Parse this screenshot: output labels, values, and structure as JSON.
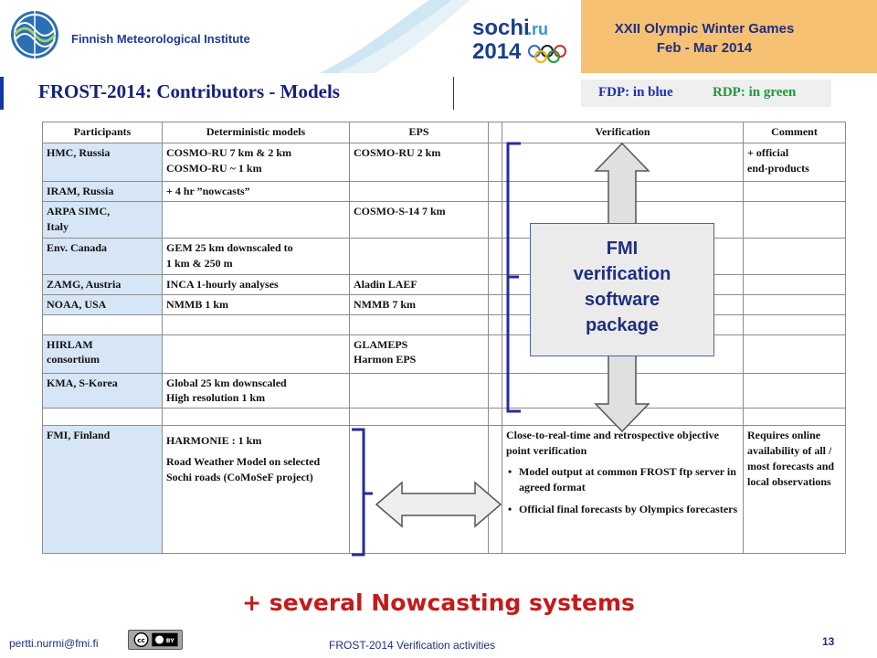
{
  "header": {
    "org_name": "Finnish Meteorological Institute",
    "olympic_line1": "XXII Olympic Winter Games",
    "olympic_line2": "Feb - Mar 2014",
    "sochi_logo_text": "sochi.ru 2014",
    "title": "FROST-2014: Contributors - Models",
    "fdp_label": "FDP: in blue",
    "rdp_label": "RDP: in green"
  },
  "table": {
    "headers": [
      "Participants",
      "Deterministic models",
      "EPS",
      "",
      "Verification",
      "Comment"
    ],
    "rows": [
      {
        "participant": "HMC, Russia",
        "det_1": "COSMO-RU 7 km & 2 km",
        "det_2": "COSMO-RU ~ 1 km",
        "eps_1": "COSMO-RU 2 km",
        "comment_1": "+ official",
        "comment_2": "end-products"
      },
      {
        "participant": "IRAM, Russia",
        "det_1": "+ 4 hr ”nowcasts”"
      },
      {
        "participant_1": "ARPA SIMC,",
        "participant_2": "Italy",
        "eps_1": "COSMO-S-14 7 km"
      },
      {
        "participant": "Env. Canada",
        "det_1": "GEM 25 km downscaled to",
        "det_2": "1 km & 250 m"
      },
      {
        "participant": "ZAMG, Austria",
        "det_1": "INCA 1-hourly analyses",
        "eps_1": "Aladin LAEF"
      },
      {
        "participant": "NOAA, USA",
        "det_1": "NMMB 1 km",
        "eps_1": "NMMB 7 km"
      },
      {},
      {
        "participant_1": "HIRLAM",
        "participant_2": "consortium",
        "eps_1": "GLAMEPS",
        "eps_2": "Harmon EPS"
      },
      {
        "participant": "KMA, S-Korea",
        "det_1": "Global 25 km downscaled",
        "det_2": "High resolution 1 km"
      },
      {},
      {
        "participant": "FMI, Finland",
        "det_1": "HARMONIE : 1 km",
        "det_2": "Road Weather Model on selected Sochi roads (CoMoSeF project)",
        "verif_intro": "Close-to-real-time and retrospective objective point verification",
        "verif_bullets": [
          "Model output at common FROST ftp server in agreed format",
          "Official final forecasts by Olympics forecasters"
        ],
        "comment": "Requires online availability of all / most forecasts and local observations"
      }
    ]
  },
  "fmi_box": {
    "line1": "FMI",
    "line2": "verification",
    "line3": "software",
    "line4": "package"
  },
  "footer": {
    "nowcasting": "+ several Nowcasting systems",
    "email": "pertti.nurmi@fmi.fi",
    "license_badge": "cc by",
    "center_text": "FROST-2014  Verification activities",
    "page_number": "13"
  },
  "colors": {
    "fdp_blue": "#1a2fb5",
    "rdp_green": "#1d9a3a",
    "comment_red": "#b21f1f",
    "participant_bg": "#d6e6f6",
    "title_bar_blue": "#1238a8",
    "olympic_orange": "#f6c173",
    "fmi_box_bg": "#ebebeb",
    "nowcasting_red": "#c41a1a"
  }
}
